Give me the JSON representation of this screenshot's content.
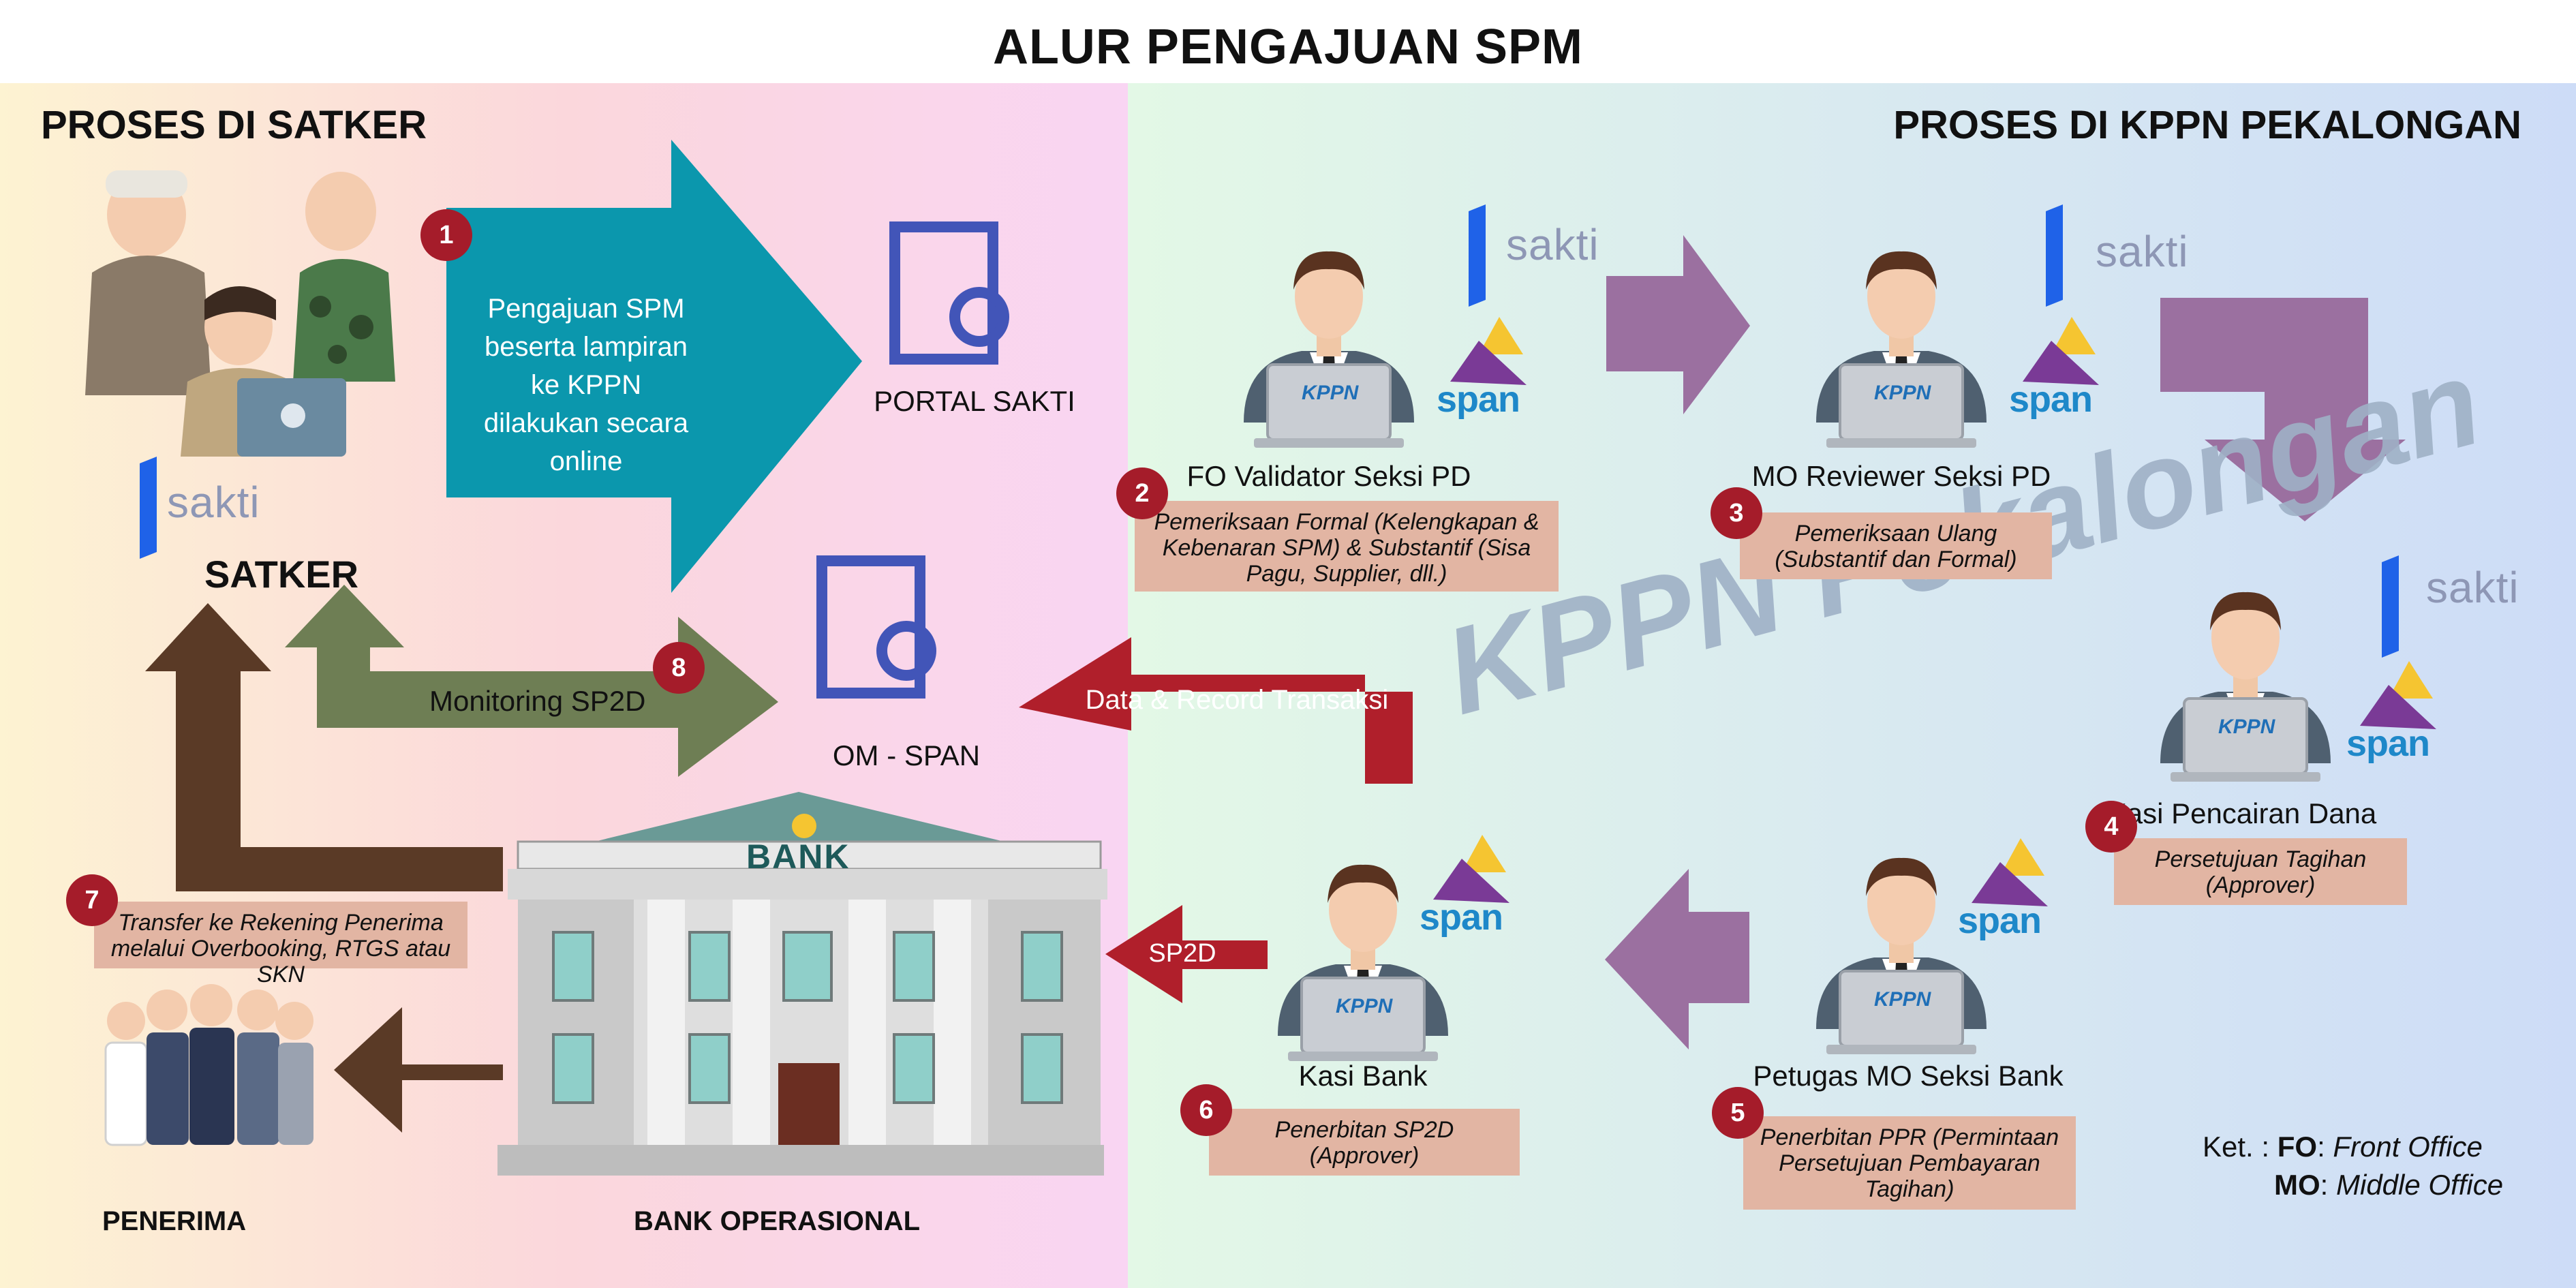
{
  "title": "ALUR PENGAJUAN SPM",
  "sections": {
    "left": "PROSES DI SATKER",
    "right": "PROSES DI KPPN PEKALONGAN"
  },
  "watermark": "KPPN Pekalongan",
  "brands": {
    "sakti": "sakti",
    "span": "span",
    "kppn": "KPPN",
    "bank_sign": "BANK"
  },
  "actors": {
    "satker": "SATKER",
    "penerima": "PENERIMA",
    "bank_operasional": "BANK OPERASIONAL",
    "portal_sakti": "PORTAL SAKTI",
    "om_span": "OM - SPAN",
    "fo_validator": "FO Validator Seksi PD",
    "mo_reviewer": "MO Reviewer Seksi PD",
    "kasi_pencairan": "Kasi Pencairan Dana",
    "petugas_mo_bank": "Petugas MO Seksi Bank",
    "kasi_bank": "Kasi Bank"
  },
  "steps": [
    {
      "num": "1",
      "text": "Pengajuan SPM beserta lampiran ke KPPN dilakukan secara online"
    },
    {
      "num": "2",
      "text": "Pemeriksaan Formal (Kelengkapan & Kebenaran SPM) & Substantif (Sisa Pagu, Supplier, dll.)"
    },
    {
      "num": "3",
      "text": "Pemeriksaan Ulang (Substantif dan Formal)"
    },
    {
      "num": "4",
      "text": "Persetujuan Tagihan (Approver)"
    },
    {
      "num": "5",
      "text": "Penerbitan PPR (Permintaan Persetujuan Pembayaran Tagihan)"
    },
    {
      "num": "6",
      "text": "Penerbitan SP2D (Approver)"
    },
    {
      "num": "7",
      "text": "Transfer ke Rekening Penerima melalui Overbooking, RTGS atau SKN"
    },
    {
      "num": "8",
      "text": "Monitoring SP2D"
    }
  ],
  "arrow_labels": {
    "data_record": "Data & Record Transaksi",
    "sp2d": "SP2D"
  },
  "legend": {
    "prefix": "Ket. :",
    "items": [
      {
        "abbr": "FO",
        "text": "Front Office"
      },
      {
        "abbr": "MO",
        "text": "Middle Office"
      }
    ]
  },
  "colors": {
    "teal_arrow": "#0b97ad",
    "purple_arrow": "#9b70a0",
    "red_arrow": "#b01f2b",
    "brown_arrow": "#5a3a26",
    "green_arrow": "#6e7e54",
    "badge": "#a51c2a",
    "note_bg": "#e2b5a3",
    "doc_icon": "#4255b8"
  }
}
